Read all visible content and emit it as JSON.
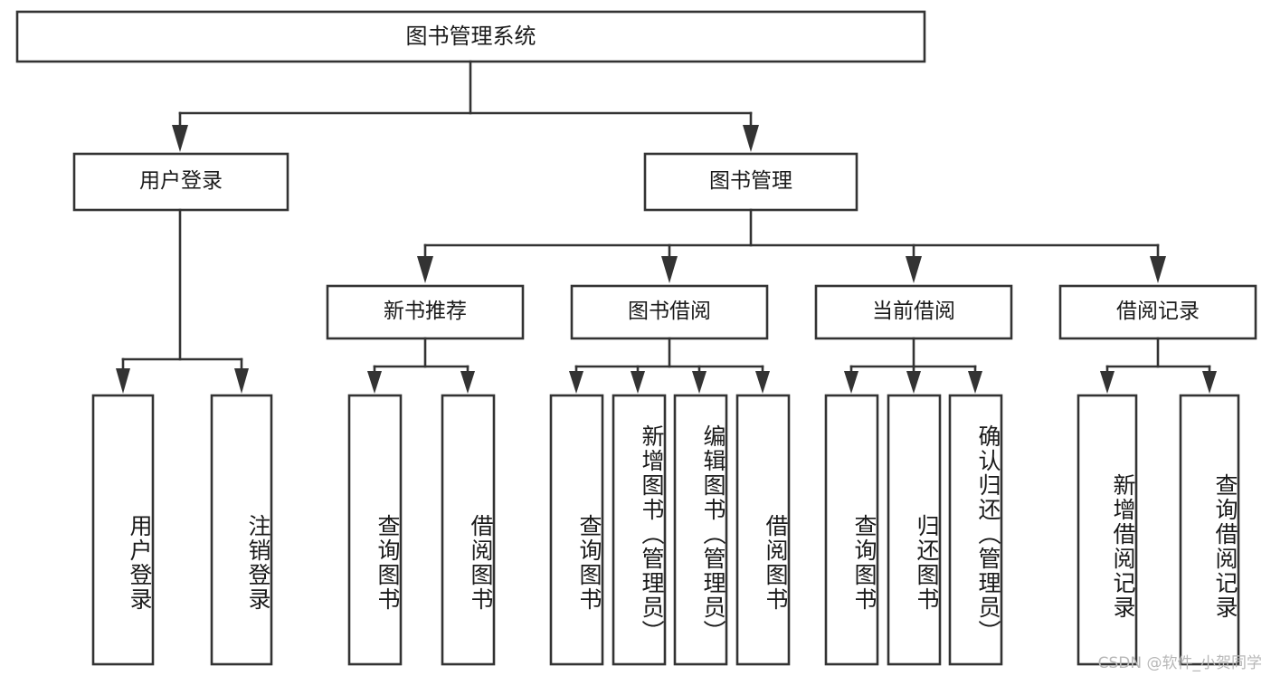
{
  "diagram": {
    "title": "图书管理系统",
    "type": "tree-hierarchy",
    "watermark": "CSDN @软件_小贺同学",
    "colors": {
      "stroke": "#333333",
      "fill": "#ffffff",
      "text": "#1a1a1a",
      "watermark": "#b8b8b8"
    },
    "root": {
      "label": "图书管理系统"
    },
    "level2": [
      {
        "label": "用户登录"
      },
      {
        "label": "图书管理"
      }
    ],
    "level3": [
      {
        "label": "新书推荐"
      },
      {
        "label": "图书借阅"
      },
      {
        "label": "当前借阅"
      },
      {
        "label": "借阅记录"
      }
    ],
    "leaves": {
      "user_login": [
        {
          "label": "用户登录"
        },
        {
          "label": "注销登录"
        }
      ],
      "new_book": [
        {
          "label": "查询图书"
        },
        {
          "label": "借阅图书"
        }
      ],
      "book_borrow": [
        {
          "label": "查询图书"
        },
        {
          "label": "新增图书（管理员）"
        },
        {
          "label": "编辑图书（管理员）"
        },
        {
          "label": "借阅图书"
        }
      ],
      "current_borrow": [
        {
          "label": "查询图书"
        },
        {
          "label": "归还图书"
        },
        {
          "label": "确认归还（管理员）"
        }
      ],
      "borrow_record": [
        {
          "label": "新增借阅记录"
        },
        {
          "label": "查询借阅记录"
        }
      ]
    }
  }
}
